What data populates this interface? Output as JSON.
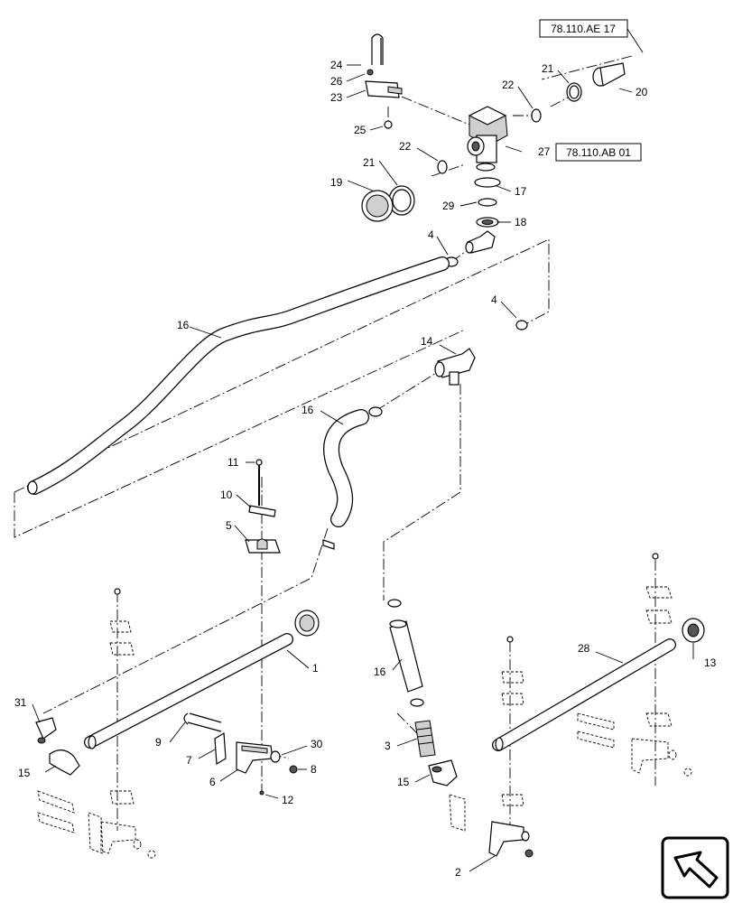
{
  "references": [
    {
      "text": "78.110.AE 17"
    },
    {
      "text": "78.110.AB 01"
    }
  ],
  "callouts": [
    "24",
    "26",
    "23",
    "25",
    "22",
    "21",
    "20",
    "27",
    "19",
    "21",
    "22",
    "17",
    "29",
    "18",
    "4",
    "4",
    "16",
    "14",
    "16",
    "11",
    "10",
    "5",
    "1",
    "31",
    "15",
    "9",
    "7",
    "6",
    "30",
    "8",
    "12",
    "16",
    "3",
    "15",
    "28",
    "13",
    "2"
  ],
  "nav_icon": "arrow-navigation-icon"
}
